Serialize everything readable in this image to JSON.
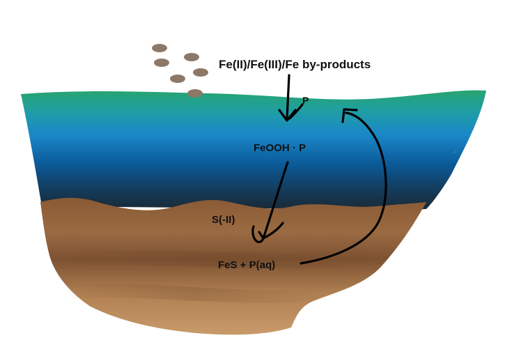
{
  "labels": {
    "byproducts": "Fe(II)/Fe(III)/Fe by-products",
    "phosphorus": "P",
    "feooh": "FeOOH · P",
    "sulfide": "S(-II)",
    "fes": "FeS + P(aq)"
  },
  "colors": {
    "water_top": "#27a46f",
    "water_mid": "#1a86c8",
    "water_deep": "#0b4f86",
    "water_bottom": "#1a2a36",
    "sediment_dark": "#7a5030",
    "sediment_light": "#c49565",
    "particle": "#8d7868",
    "arrow": "#000000"
  },
  "icons": {
    "particles": "by-product-particle-icon"
  }
}
